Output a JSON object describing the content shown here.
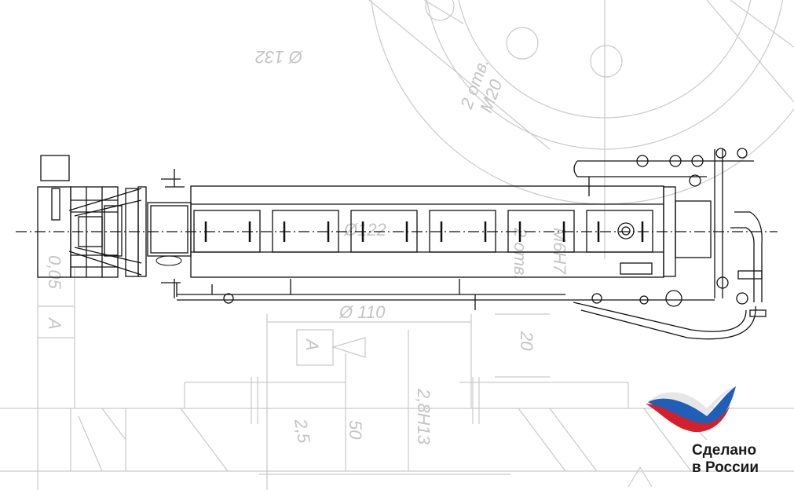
{
  "drawing": {
    "dimensions": {
      "d132": "Ø 132",
      "m20": "M20",
      "holes2a": "2 отв.",
      "d122": "Ø122",
      "holes2b": "2 отв.",
      "m6h7": "M6H7",
      "d110": "Ø 110",
      "sectionA1": "A",
      "sectionA2": "A",
      "dim20": "20",
      "dim28h13": "2,8H13",
      "dim50": "50",
      "dim25": "2,5",
      "dim005": "0,05"
    }
  },
  "logo": {
    "line1": "Сделано",
    "line2": "в России",
    "colors": {
      "white": "#e6e6e6",
      "blue": "#1f5fb8",
      "red": "#d4202a",
      "cyan": "#3fa9e0"
    }
  }
}
